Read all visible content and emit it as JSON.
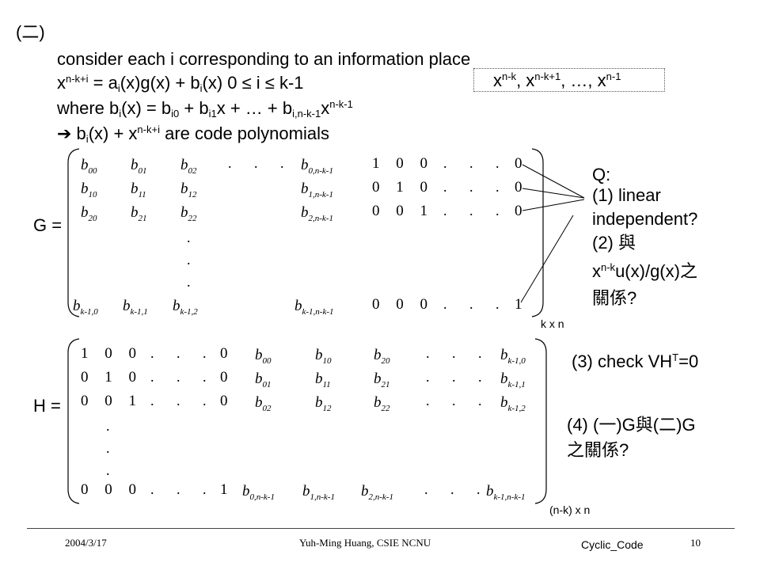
{
  "heading": "(二)",
  "lines": {
    "l1": "consider each i corresponding to an information place",
    "l2_a": "x",
    "l2_sup1": "n-k+i",
    "l2_b": " = a",
    "l2_sub1": "i",
    "l2_c": "(x)g(x) + b",
    "l2_sub2": "i",
    "l2_d": "(x)   0 ≤ i ≤ k-1",
    "box_a": "x",
    "box_s1": "n-k",
    "box_b": ", x",
    "box_s2": "n-k+1",
    "box_c": ", …, x",
    "box_s3": "n-1",
    "l3_a": "where b",
    "l3_s1": "i",
    "l3_b": "(x) = b",
    "l3_s2": "i0",
    "l3_c": " + b",
    "l3_s3": "i1",
    "l3_d": "x + … + b",
    "l3_s4": "i,n-k-1",
    "l3_e": "x",
    "l3_s5": "n-k-1",
    "l4_arrow": "➔",
    "l4_a": " b",
    "l4_s1": "i",
    "l4_b": "(x) + x",
    "l4_s2": "n-k+i",
    "l4_c": " are code polynomials"
  },
  "matrix_g": {
    "label": "G =",
    "size": "k x n",
    "row0": [
      "00",
      "01",
      "02"
    ],
    "row0_last": "0,n-k-1",
    "row1": [
      "10",
      "11",
      "12"
    ],
    "row1_last": "1,n-k-1",
    "row2": [
      "20",
      "21",
      "22"
    ],
    "row2_last": "2,n-k-1",
    "rowk": [
      "k-1,0",
      "k-1,1",
      "k-1,2"
    ],
    "rowk_last": "k-1,n-k-1",
    "ident0": "1 0 0",
    "ident1": "0 1 0",
    "ident2": "0 0 1",
    "identk": "0 0 0",
    "last0": "0",
    "last1": "0",
    "last2": "0",
    "lastk": "1",
    "var": "b",
    "hdots": ". . .",
    "hdots_short": ". . .",
    "vdot": "."
  },
  "matrix_h": {
    "label": "H =",
    "size": "(n-k) x n",
    "ident0": "1 0 0",
    "ident1": "0 1 0",
    "ident2": "0 0 1",
    "identk": "0 0 0",
    "zero0": "0",
    "zero1": "0",
    "zero2": "0",
    "onek": "1",
    "row0": [
      "00",
      "10",
      "20"
    ],
    "row0_last": "k-1,0",
    "row1": [
      "01",
      "11",
      "21"
    ],
    "row1_last": "k-1,1",
    "row2": [
      "02",
      "12",
      "22"
    ],
    "row2_last": "k-1,2",
    "rowk": [
      "0,n-k-1",
      "1,n-k-1",
      "2,n-k-1"
    ],
    "rowk_last": "k-1,n-k-1",
    "var": "b",
    "hdots": ". . .",
    "vdot": "."
  },
  "questions": {
    "q": "Q:",
    "q1a": "(1) linear",
    "q1b": "independent?",
    "q2a": "(2) 與",
    "q2b_x": "x",
    "q2b_sup": "n-k",
    "q2b_rest": "u(x)/g(x)之",
    "q2c": "關係?",
    "q3_a": "(3) check VH",
    "q3_sup": "T",
    "q3_b": "=0",
    "q4a": "(4) (一)G與(二)G",
    "q4b": "之關係?"
  },
  "footer": {
    "date": "2004/3/17",
    "author": "Yuh-Ming Huang, CSIE NCNU",
    "file": "Cyclic_Code",
    "page": "10"
  }
}
